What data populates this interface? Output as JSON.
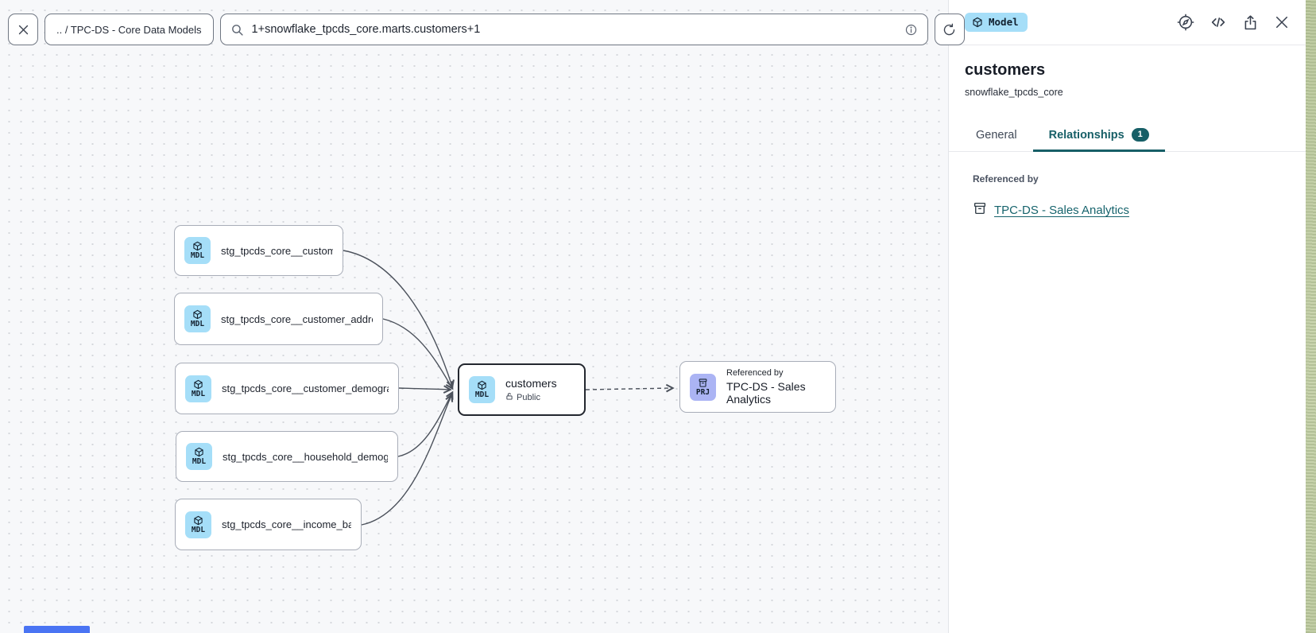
{
  "toolbar": {
    "breadcrumb": ".. / TPC-DS - Core Data Models",
    "search_value": "1+snowflake_tpcds_core.marts.customers+1"
  },
  "canvas": {
    "model_chip_label": "MDL",
    "project_chip_label": "PRJ",
    "upstream_nodes": [
      {
        "label": "stg_tpcds_core__customer"
      },
      {
        "label": "stg_tpcds_core__customer_address"
      },
      {
        "label": "stg_tpcds_core__customer_demogra…"
      },
      {
        "label": "stg_tpcds_core__household_demogr…"
      },
      {
        "label": "stg_tpcds_core__income_band"
      }
    ],
    "selected_node": {
      "title": "customers",
      "visibility": "Public"
    },
    "project_node": {
      "kicker": "Referenced by",
      "title": "TPC-DS - Sales Analytics"
    }
  },
  "panel": {
    "type_badge": "Model",
    "title": "customers",
    "subtitle": "snowflake_tpcds_core",
    "tabs": [
      {
        "label": "General"
      },
      {
        "label": "Relationships",
        "badge": "1"
      }
    ],
    "section_label": "Referenced by",
    "reference_link_label": "TPC-DS - Sales Analytics"
  },
  "colors": {
    "accent_teal": "#175f67",
    "model_badge_blue": "#a5def8",
    "project_badge_indigo": "#abb4f4",
    "canvas_background": "#f7f8fa",
    "edge_gray": "#4b515b"
  }
}
